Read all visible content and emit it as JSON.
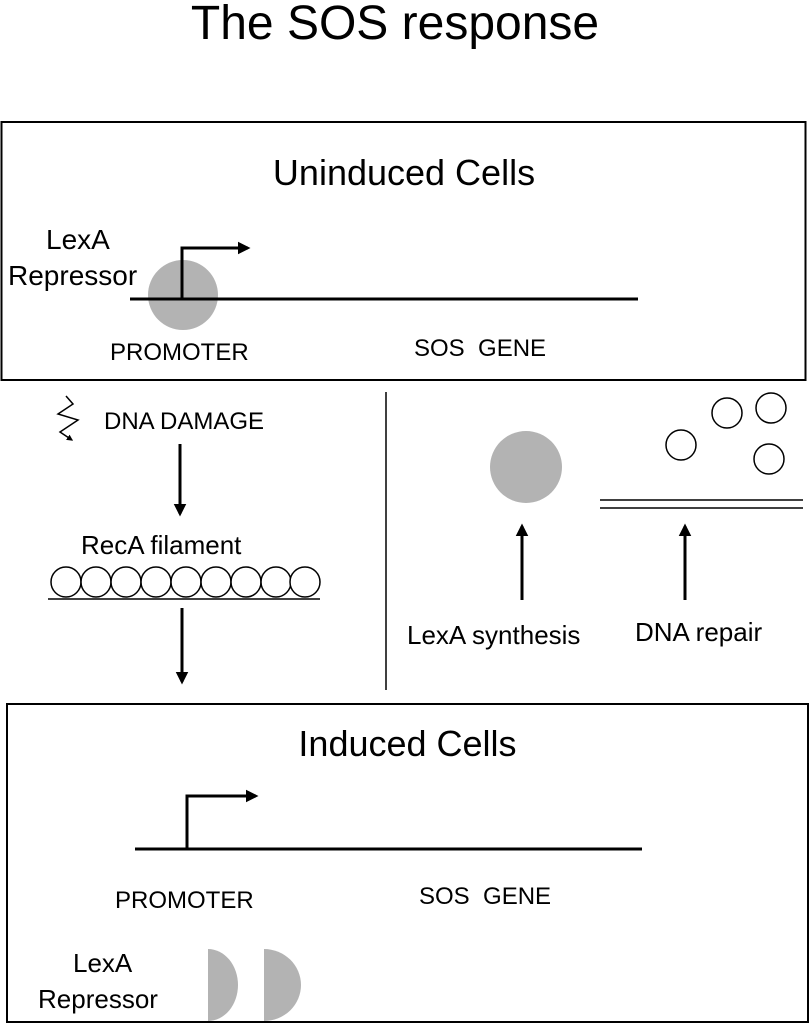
{
  "title": "The SOS response",
  "uninduced": {
    "title": "Uninduced Cells",
    "repressor_label_line1": "LexA",
    "repressor_label_line2": "Repressor",
    "promoter_label": "PROMOTER",
    "gene_label": "SOS  GENE"
  },
  "pathway": {
    "damage_label": "DNA DAMAGE",
    "filament_label": "RecA filament"
  },
  "outcomes": {
    "synthesis_label": "LexA synthesis",
    "repair_label": "DNA repair"
  },
  "induced": {
    "title": "Induced Cells",
    "promoter_label": "PROMOTER",
    "gene_label": "SOS  GENE",
    "repressor_label_line1": "LexA",
    "repressor_label_line2": "Repressor"
  },
  "colors": {
    "repressor_fill": "#b3b3b3",
    "line": "#000000"
  }
}
